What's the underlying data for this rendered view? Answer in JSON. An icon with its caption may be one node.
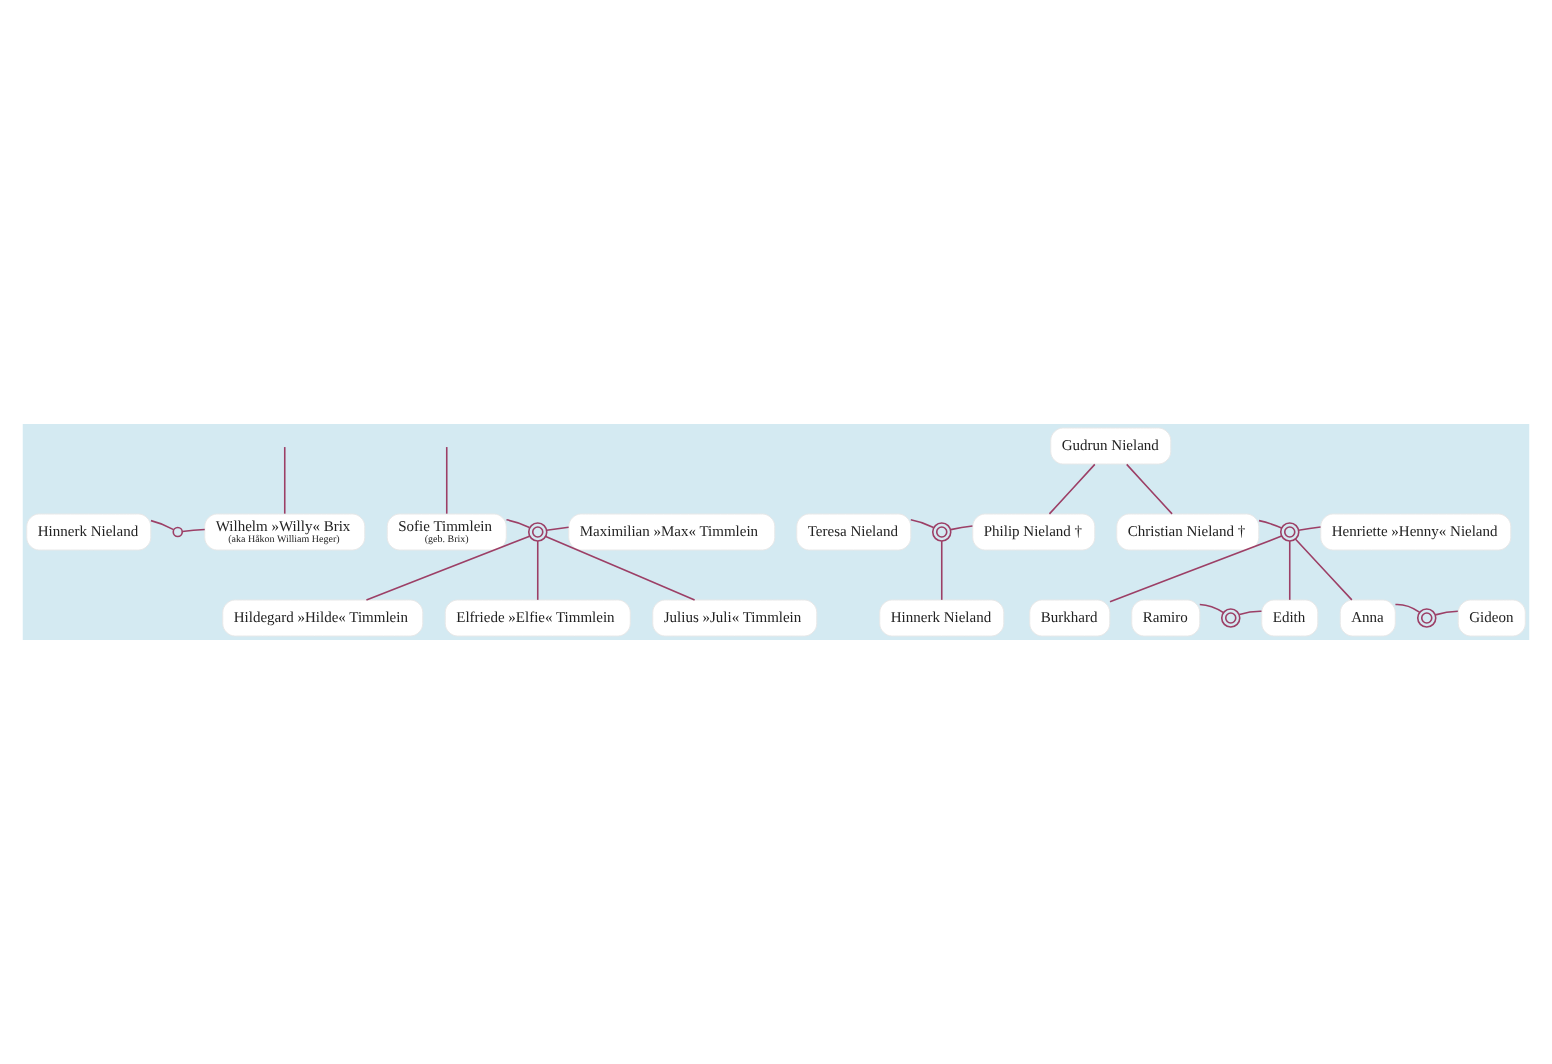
{
  "diagram": {
    "nodes": [
      {
        "text": [
          "Hinnerk Nieland"
        ]
      },
      {
        "text": [],
        "shape": "circles"
      },
      {
        "text": [
          "Wilhelm »Willy« Brix",
          "(aka Håkon William Heger)"
        ]
      },
      {
        "text": [
          "Sofie Timmlein",
          "(geb. Brix)"
        ]
      },
      {
        "text": [],
        "shape": "rings"
      },
      {
        "text": [
          "Maximilian »Max« Timmlein"
        ]
      },
      {
        "text": [
          "Hildegard »Hilde« Timmlein"
        ]
      },
      {
        "text": [
          "Elfriede »Elfie« Timmlein"
        ]
      },
      {
        "text": [
          "Julius »Juli« Timmlein"
        ]
      },
      {
        "text": [
          "Gudrun Nieland"
        ]
      },
      {
        "text": [
          "Teresa Nieland"
        ]
      },
      {
        "text": [],
        "shape": "rings"
      },
      {
        "text": [
          "Philip Nieland †"
        ]
      },
      {
        "text": [
          "Christian Nieland †"
        ]
      },
      {
        "text": [],
        "shape": "rings"
      },
      {
        "text": [
          "Henriette »Henny« Nieland"
        ]
      },
      {
        "text": [
          "Hinnerk Nieland"
        ]
      },
      {
        "text": [
          "Burkhard"
        ]
      },
      {
        "text": [
          "Ramiro"
        ]
      },
      {
        "text": [],
        "shape": "rings"
      },
      {
        "text": [
          "Edith"
        ]
      },
      {
        "text": [
          "Anna"
        ]
      },
      {
        "text": [],
        "shape": "rings"
      },
      {
        "text": [
          "Gideon"
        ]
      }
    ],
    "edges": [
      {
        "from": null,
        "to": 2,
        "arrow": "none"
      },
      {
        "from": null,
        "to": 3,
        "arrow": "none"
      },
      {
        "from": 0,
        "to": 1,
        "arrow": "none"
      },
      {
        "from": 1,
        "to": 2,
        "arrow": "none"
      },
      {
        "from": 3,
        "to": 4,
        "arrow": "none"
      },
      {
        "from": 4,
        "to": 5,
        "arrow": "none"
      },
      {
        "from": 4,
        "to": 6,
        "arrow": "none"
      },
      {
        "from": 4,
        "to": 7,
        "arrow": "none"
      },
      {
        "from": 4,
        "to": 8,
        "arrow": "none"
      },
      {
        "from": 9,
        "to": 12,
        "arrow": "none"
      },
      {
        "from": 9,
        "to": 13,
        "arrow": "none"
      },
      {
        "from": 10,
        "to": 11,
        "arrow": "none"
      },
      {
        "from": 11,
        "to": 12,
        "arrow": "none"
      },
      {
        "from": 11,
        "to": 16,
        "arrow": "none"
      },
      {
        "from": 13,
        "to": 14,
        "arrow": "none"
      },
      {
        "from": 14,
        "to": 15,
        "arrow": "none"
      },
      {
        "from": 14,
        "to": 17,
        "arrow": "none"
      },
      {
        "from": 14,
        "to": 20,
        "arrow": "none"
      },
      {
        "from": 14,
        "to": 21,
        "arrow": "none"
      },
      {
        "from": 18,
        "to": 19,
        "arrow": "none"
      },
      {
        "from": 19,
        "to": 20,
        "arrow": "none"
      },
      {
        "from": 21,
        "to": 22,
        "arrow": "none"
      },
      {
        "from": 22,
        "to": 23,
        "arrow": "none"
      }
    ]
  }
}
